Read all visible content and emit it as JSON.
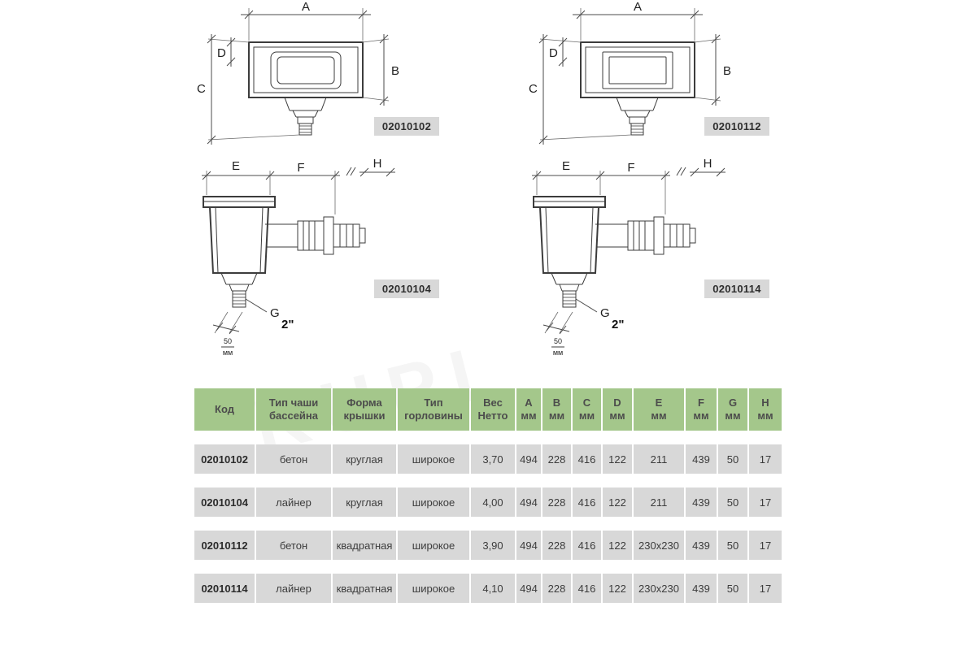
{
  "watermark": "KUPI",
  "codes": {
    "tl": "02010102",
    "tr": "02010112",
    "bl": "02010104",
    "br": "02010114"
  },
  "dims": {
    "a": "A",
    "b": "B",
    "c": "C",
    "d": "D",
    "e": "E",
    "f": "F",
    "g": "G",
    "h": "H",
    "inch": "2\"",
    "fifty": "50",
    "mm": "мм"
  },
  "table": {
    "headers": [
      "Код",
      "Тип чаши\nбассейна",
      "Форма\nкрышки",
      "Тип\nгорловины",
      "Вес\nНетто",
      "А\nмм",
      "В\nмм",
      "С\nмм",
      "D\nмм",
      "Е\nмм",
      "F\nмм",
      "G\nмм",
      "Н\nмм"
    ],
    "rows": [
      [
        "02010102",
        "бетон",
        "круглая",
        "широкое",
        "3,70",
        "494",
        "228",
        "416",
        "122",
        "211",
        "439",
        "50",
        "17"
      ],
      [
        "02010104",
        "лайнер",
        "круглая",
        "широкое",
        "4,00",
        "494",
        "228",
        "416",
        "122",
        "211",
        "439",
        "50",
        "17"
      ],
      [
        "02010112",
        "бетон",
        "квадратная",
        "широкое",
        "3,90",
        "494",
        "228",
        "416",
        "122",
        "230х230",
        "439",
        "50",
        "17"
      ],
      [
        "02010114",
        "лайнер",
        "квадратная",
        "широкое",
        "4,10",
        "494",
        "228",
        "416",
        "122",
        "230х230",
        "439",
        "50",
        "17"
      ]
    ]
  }
}
